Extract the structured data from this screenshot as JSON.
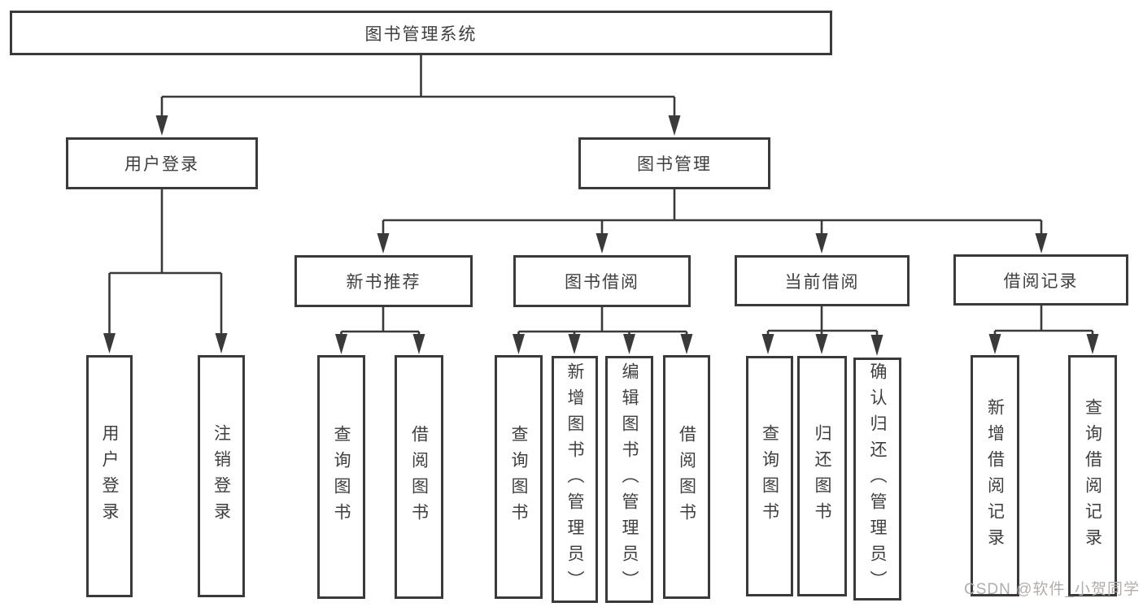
{
  "tree": {
    "root": {
      "label": "图书管理系统"
    },
    "branches": [
      {
        "label": "用户登录",
        "children": [
          {
            "label": "用户登录"
          },
          {
            "label": "注销登录"
          }
        ]
      },
      {
        "label": "图书管理",
        "children": [
          {
            "label": "新书推荐",
            "children": [
              {
                "label": "查询图书"
              },
              {
                "label": "借阅图书"
              }
            ]
          },
          {
            "label": "图书借阅",
            "children": [
              {
                "label": "查询图书"
              },
              {
                "label": "新增图书（管理员）"
              },
              {
                "label": "编辑图书（管理员）"
              },
              {
                "label": "借阅图书"
              }
            ]
          },
          {
            "label": "当前借阅",
            "children": [
              {
                "label": "查询图书"
              },
              {
                "label": "归还图书"
              },
              {
                "label": "确认归还（管理员）"
              }
            ]
          },
          {
            "label": "借阅记录",
            "children": [
              {
                "label": "新增借阅记录"
              },
              {
                "label": "查询借阅记录"
              }
            ]
          }
        ]
      }
    ]
  },
  "watermark": {
    "text": "CSDN @软件_小贺同学"
  },
  "colors": {
    "line": "#3a3a3a",
    "box_border": "#3a3a3a",
    "text": "#3f3f3f",
    "background": "#ffffff",
    "watermark": "#b5aca9"
  }
}
